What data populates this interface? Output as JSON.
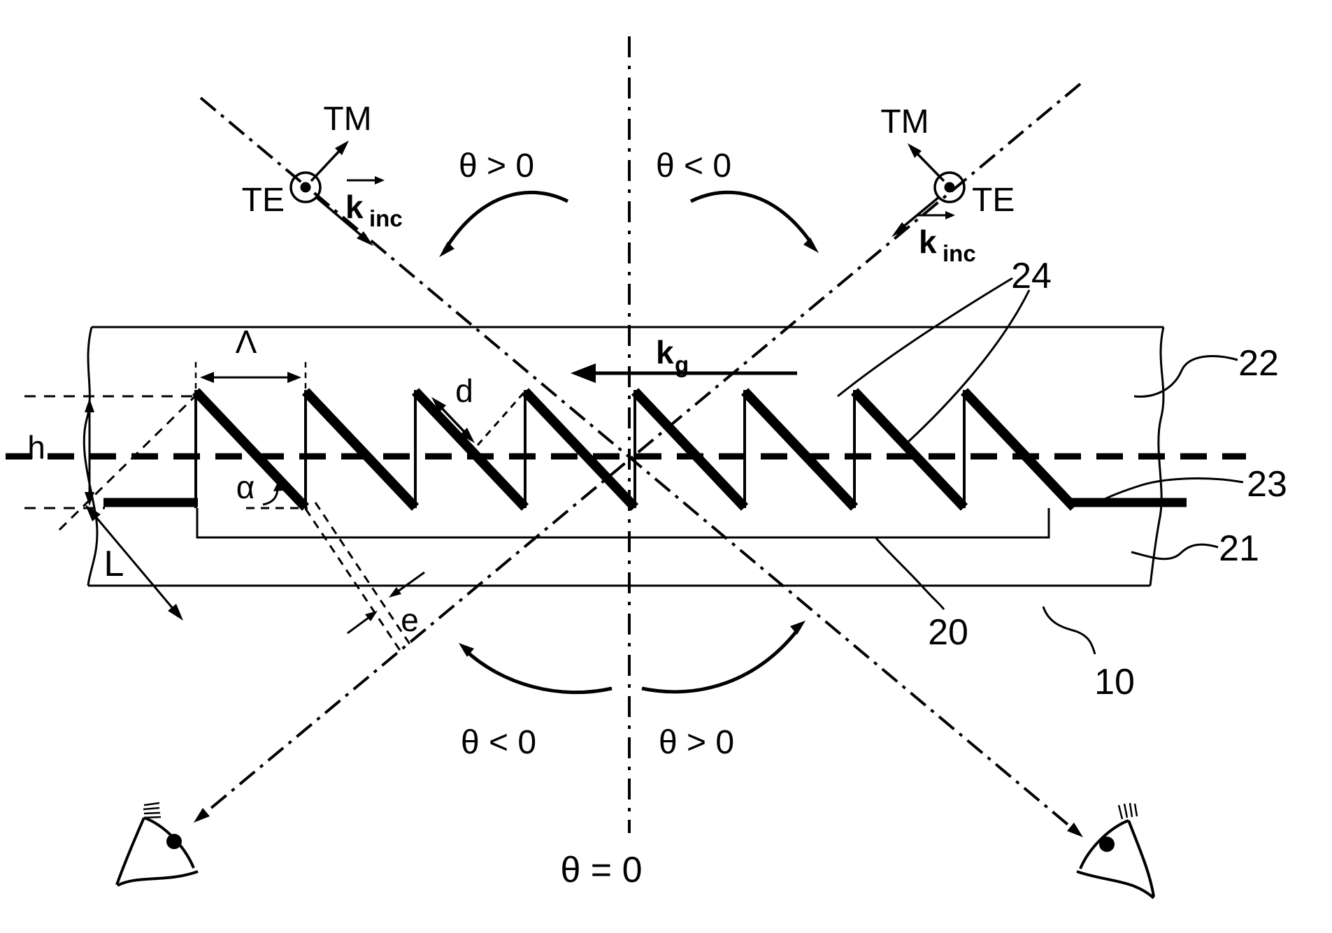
{
  "polarization_left": {
    "tm": "TM",
    "te": "TE",
    "k": "k",
    "inc": "inc"
  },
  "polarization_right": {
    "tm": "TM",
    "te": "TE",
    "k": "k",
    "inc": "inc"
  },
  "wave_vector": {
    "k": "k",
    "g": "g"
  },
  "angles": {
    "top_left": "θ > 0",
    "top_right": "θ < 0",
    "bottom_left": "θ < 0",
    "bottom_right": "θ > 0",
    "normal": "θ = 0"
  },
  "dimensions": {
    "period": "Λ",
    "groove_depth": "d",
    "height": "h",
    "length": "L",
    "blaze_angle": "α",
    "beam_offset": "e"
  },
  "references": {
    "device": "10",
    "grating_layer": "20",
    "substrate": "21",
    "superstrate": "22",
    "interface": "23",
    "grooves": "24"
  },
  "colors": {
    "ink": "#000000",
    "paper": "#ffffff"
  }
}
